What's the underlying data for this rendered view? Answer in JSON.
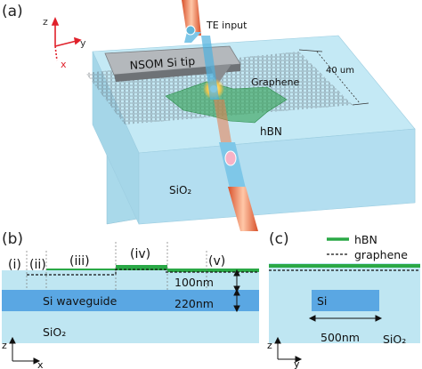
{
  "panel_a": {
    "label": "(a)",
    "axis_z": "z",
    "axis_y": "y",
    "axis_x": "x",
    "te_input": "TE input",
    "tip_label": "NSOM Si tip",
    "graphene_label": "Graphene",
    "hbn_label": "hBN",
    "sio2_label": "SiO₂",
    "dimension": "40 um"
  },
  "panel_b": {
    "label": "(b)",
    "regions": [
      "(i)",
      "(ii)",
      "(iii)",
      "(iv)",
      "(v)"
    ],
    "dim_top": "100nm",
    "dim_core": "220nm",
    "waveguide_label": "Si waveguide",
    "sio2_label": "SiO₂",
    "axis_z": "z",
    "axis_x": "x"
  },
  "panel_c": {
    "label": "(c)",
    "legend_hbn": "hBN",
    "legend_graphene": "graphene",
    "si_label": "Si",
    "width_label": "500nm",
    "sio2_label": "SiO₂",
    "axis_z": "z",
    "axis_y": "y"
  },
  "colors": {
    "substrate": "#bfe6f2",
    "silicon": "#5aa7e3",
    "hbn": "#2aa846",
    "axis_red": "#e0202a",
    "fiber": "#f0804a"
  }
}
